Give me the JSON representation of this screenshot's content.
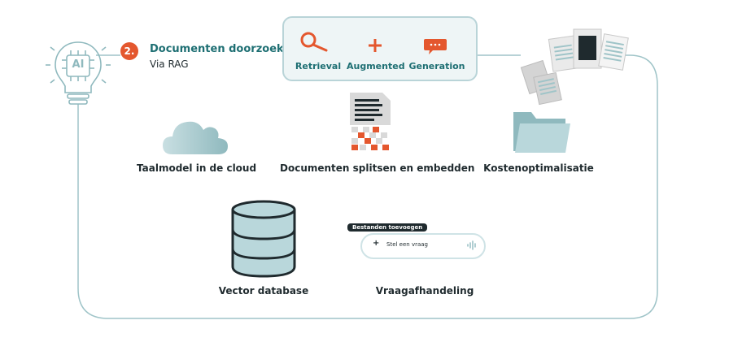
{
  "step": {
    "number": "2.",
    "title": "Documenten doorzoeken",
    "subtitle": "Via RAG"
  },
  "ai_icon_text": "AI",
  "rag": {
    "retrieval": "Retrieval",
    "augmented": "Augmented",
    "generation": "Generation"
  },
  "items": {
    "cloud": "Taalmodel in de cloud",
    "split": "Documenten splitsen en embedden",
    "cost": "Kostenoptimalisatie",
    "vector": "Vector database",
    "query": "Vraagafhandeling"
  },
  "chat": {
    "tag": "Bestanden toevoegen",
    "plus": "+",
    "placeholder": "Stel een vraag"
  },
  "colors": {
    "accent_teal": "#1e6f73",
    "line_teal": "#9fc4c8",
    "orange": "#e4572e",
    "light_teal_fill": "#b9d7db"
  }
}
